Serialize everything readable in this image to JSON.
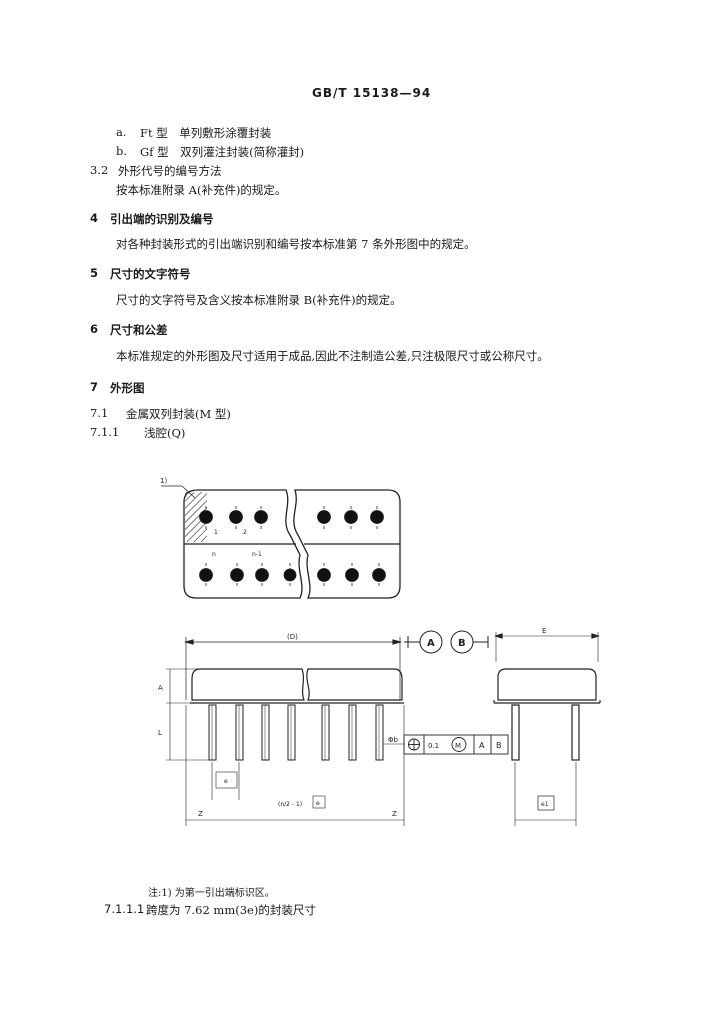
{
  "header": "GB/T 15138—94",
  "items": [
    {
      "label": "a.",
      "text": "Ft 型　单列敷形涂覆封装"
    },
    {
      "label": "b.",
      "text": "Gf 型　双列灌注封装(简称灌封)"
    }
  ],
  "sections": {
    "s3_2": {
      "num": "3.2",
      "title": "外形代号的编号方法",
      "body": "按本标准附录 A(补充件)的规定。"
    },
    "s4": {
      "num": "4",
      "title": "引出端的识别及编号",
      "body": "对各种封装形式的引出端识别和编号按本标准第 7 条外形图中的规定。"
    },
    "s5": {
      "num": "5",
      "title": "尺寸的文字符号",
      "body": "尺寸的文字符号及含义按本标准附录 B(补充件)的规定。"
    },
    "s6": {
      "num": "6",
      "title": "尺寸和公差",
      "body": "本标准规定的外形图及尺寸适用于成品,因此不注制造公差,只注极限尺寸或公称尺寸。"
    },
    "s7": {
      "num": "7",
      "title": "外形图"
    },
    "s7_1": {
      "num": "7.1",
      "title": "金属双列封装(M 型)"
    },
    "s7_1_1": {
      "num": "7.1.1",
      "title": "浅腔(Q)"
    }
  },
  "figure": {
    "note_marker": "1)",
    "pin_labels": {
      "one": "1",
      "two": "2",
      "n": "n",
      "n_minus_1": "n-1"
    },
    "dims": {
      "D": "(D)",
      "E": "E",
      "A": "A",
      "L": "L",
      "e": "e",
      "Z": "Z",
      "phi_b": "Φb",
      "e1": "e1",
      "n_expr": "(n/2 - 1)",
      "datum_a": "A",
      "datum_b": "B",
      "tol_value": "0.1",
      "tol_m": "M"
    }
  },
  "note": "注:1) 为第一引出端标识区。",
  "s7_1_1_1": {
    "num": "7.1.1.1",
    "title": "跨度为 7.62 mm(3e)的封装尺寸"
  }
}
